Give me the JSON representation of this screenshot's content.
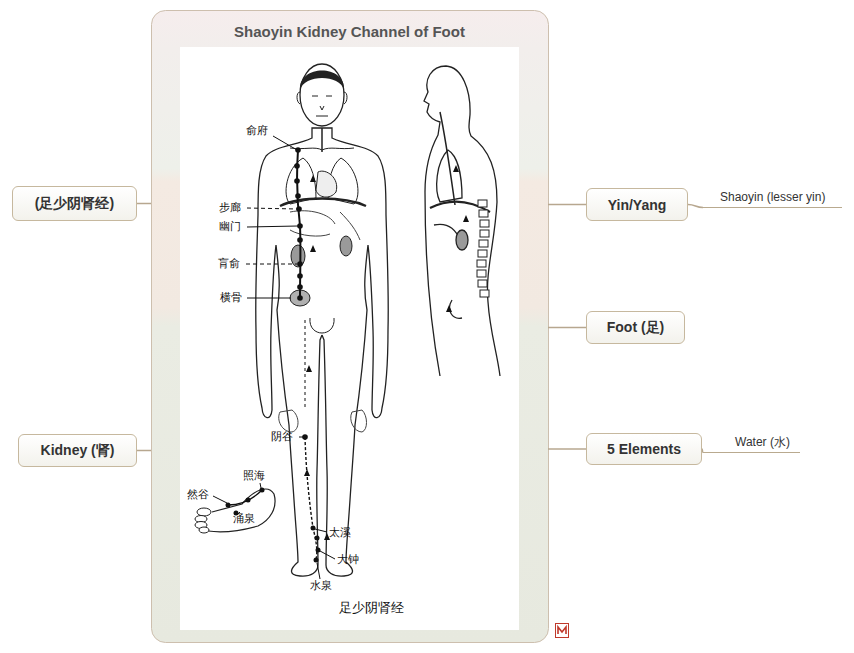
{
  "diagram": {
    "nodes": [
      {
        "text": [
          "Shaoyin Kidney Channel of Foot"
        ]
      },
      {
        "text": [
          "(足少阴肾经)"
        ]
      },
      {
        "text": [
          "Kidney (肾)"
        ]
      },
      {
        "text": [
          "Yin/Yang"
        ]
      },
      {
        "text": [
          "Shaoyin (lesser yin)"
        ]
      },
      {
        "text": [
          "Foot (足)"
        ]
      },
      {
        "text": [
          "5 Elements"
        ]
      },
      {
        "text": [
          "Water (水)"
        ]
      }
    ],
    "edges": [
      {
        "from": 0,
        "to": 1,
        "arrow": "none"
      },
      {
        "from": 0,
        "to": 2,
        "arrow": "none"
      },
      {
        "from": 0,
        "to": 3,
        "arrow": "none"
      },
      {
        "from": 3,
        "to": 4,
        "arrow": "none"
      },
      {
        "from": 0,
        "to": 5,
        "arrow": "none"
      },
      {
        "from": 0,
        "to": 6,
        "arrow": "none"
      },
      {
        "from": 6,
        "to": 7,
        "arrow": "none"
      }
    ],
    "labels": [
      "俞府",
      "步廊",
      "幽门",
      "肓俞",
      "横骨",
      "阴谷",
      "照海",
      "然谷",
      "涌泉",
      "太溪",
      "大钟",
      "水泉",
      "足少阴肾经"
    ]
  }
}
